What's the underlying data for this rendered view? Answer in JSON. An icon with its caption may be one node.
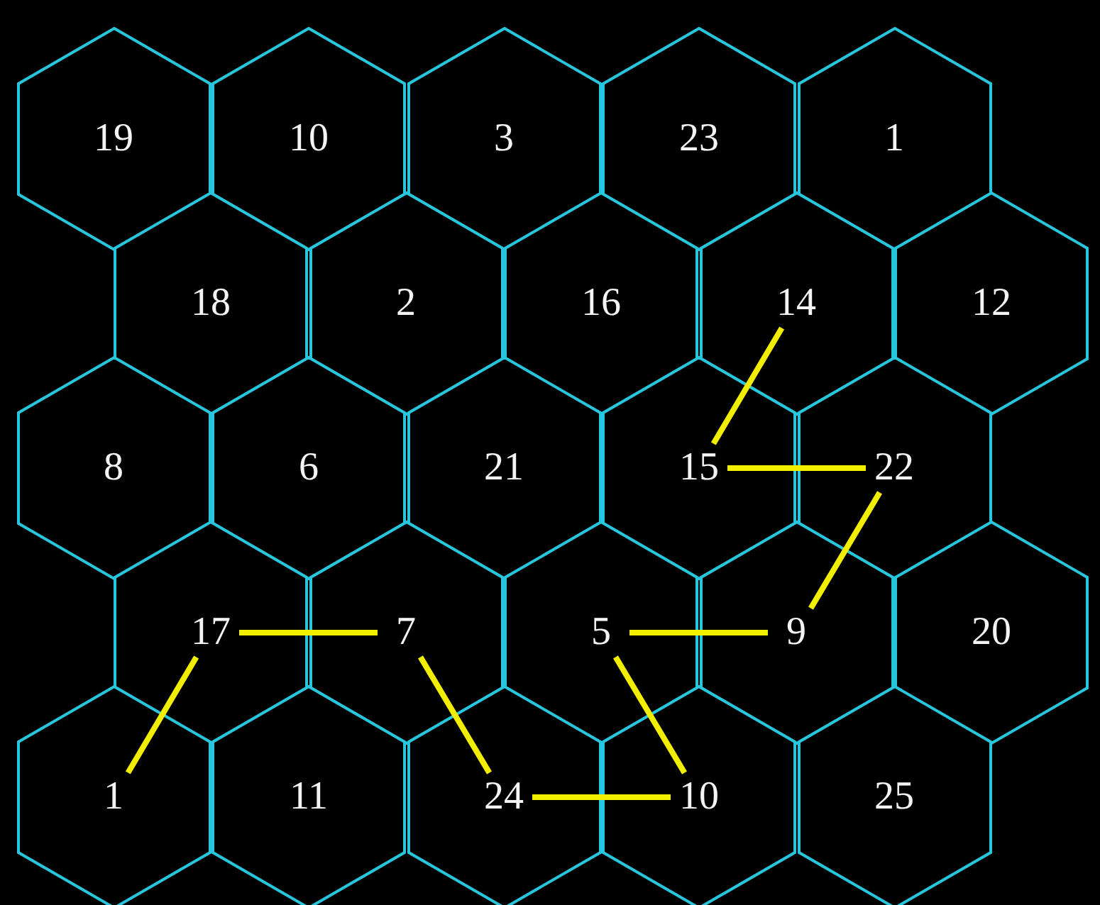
{
  "diagram": {
    "nodes": [
      {
        "text": [
          "19"
        ]
      },
      {
        "text": [
          "10"
        ]
      },
      {
        "text": [
          "3"
        ]
      },
      {
        "text": [
          "23"
        ]
      },
      {
        "text": [
          "1"
        ]
      },
      {
        "text": [
          "18"
        ]
      },
      {
        "text": [
          "2"
        ]
      },
      {
        "text": [
          "16"
        ]
      },
      {
        "text": [
          "14"
        ]
      },
      {
        "text": [
          "12"
        ]
      },
      {
        "text": [
          "8"
        ]
      },
      {
        "text": [
          "6"
        ]
      },
      {
        "text": [
          "21"
        ]
      },
      {
        "text": [
          "15"
        ]
      },
      {
        "text": [
          "22"
        ]
      },
      {
        "text": [
          "17"
        ]
      },
      {
        "text": [
          "7"
        ]
      },
      {
        "text": [
          "5"
        ]
      },
      {
        "text": [
          "9"
        ]
      },
      {
        "text": [
          "20"
        ]
      },
      {
        "text": [
          "1"
        ]
      },
      {
        "text": [
          "11"
        ]
      },
      {
        "text": [
          "24"
        ]
      },
      {
        "text": [
          "10"
        ]
      },
      {
        "text": [
          "25"
        ]
      }
    ],
    "edges": [
      {
        "from": 20,
        "to": 15,
        "arrow": "none"
      },
      {
        "from": 15,
        "to": 16,
        "arrow": "none"
      },
      {
        "from": 16,
        "to": 22,
        "arrow": "none"
      },
      {
        "from": 22,
        "to": 23,
        "arrow": "none"
      },
      {
        "from": 23,
        "to": 17,
        "arrow": "none"
      },
      {
        "from": 17,
        "to": 18,
        "arrow": "none"
      },
      {
        "from": 18,
        "to": 14,
        "arrow": "none"
      },
      {
        "from": 14,
        "to": 13,
        "arrow": "none"
      },
      {
        "from": 13,
        "to": 8,
        "arrow": "none"
      }
    ]
  }
}
